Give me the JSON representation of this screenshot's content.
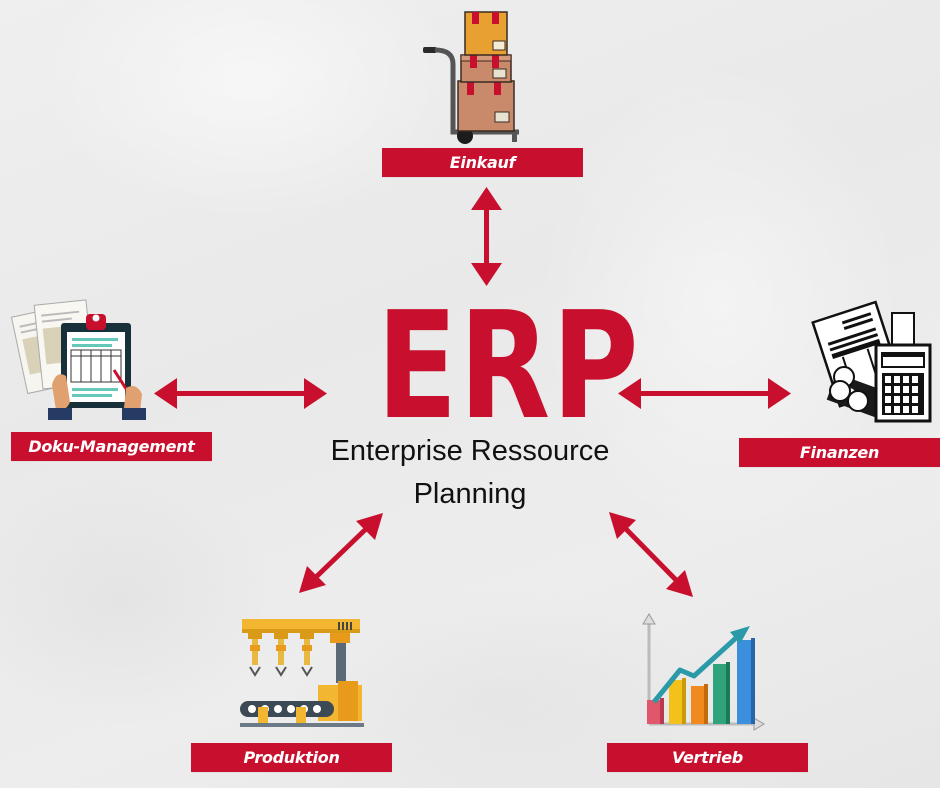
{
  "title": {
    "acronym": "ERP",
    "subtitle_line1": "Enterprise Ressource",
    "subtitle_line2": "Planning"
  },
  "modules": [
    {
      "id": "einkauf",
      "label": "Einkauf",
      "icon": "hand-truck-boxes-icon",
      "position": "top"
    },
    {
      "id": "doku-management",
      "label": "Doku-Management",
      "icon": "clipboard-documents-icon",
      "position": "left"
    },
    {
      "id": "finanzen",
      "label": "Finanzen",
      "icon": "invoice-calculator-coins-icon",
      "position": "right"
    },
    {
      "id": "produktion",
      "label": "Produktion",
      "icon": "robotic-assembly-line-icon",
      "position": "bottom-left"
    },
    {
      "id": "vertrieb",
      "label": "Vertrieb",
      "icon": "growth-bar-chart-icon",
      "position": "bottom-right"
    }
  ],
  "connectors": [
    {
      "between": [
        "ERP",
        "Einkauf"
      ],
      "type": "double-arrow",
      "direction": "vertical"
    },
    {
      "between": [
        "ERP",
        "Doku-Management"
      ],
      "type": "double-arrow",
      "direction": "horizontal"
    },
    {
      "between": [
        "ERP",
        "Finanzen"
      ],
      "type": "double-arrow",
      "direction": "horizontal"
    },
    {
      "between": [
        "ERP",
        "Produktion"
      ],
      "type": "double-arrow",
      "direction": "diagonal"
    },
    {
      "between": [
        "ERP",
        "Vertrieb"
      ],
      "type": "double-arrow",
      "direction": "diagonal"
    }
  ],
  "colors": {
    "accent": "#c8102e",
    "label_text": "#ffffff",
    "subtitle_text": "#111111",
    "background": "#ececec"
  }
}
